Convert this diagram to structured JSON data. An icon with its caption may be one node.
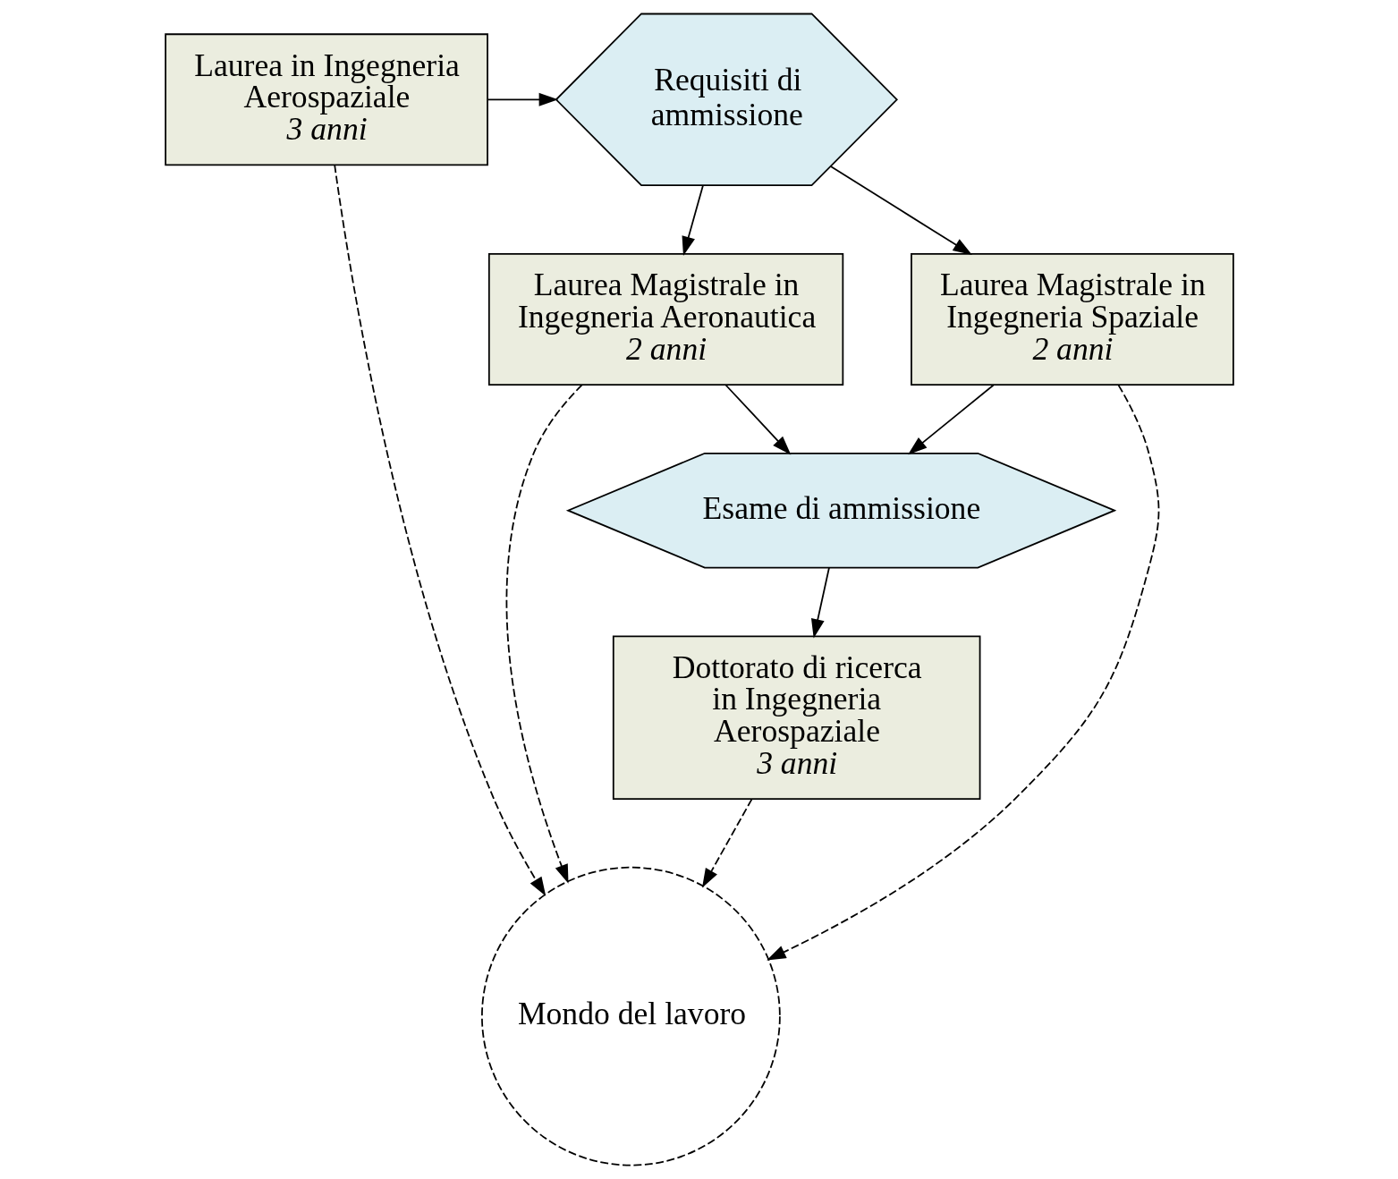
{
  "diagram": {
    "nodes": [
      {
        "text": [
          "Laurea in Ingegneria Aerospaziale",
          "3 anni"
        ]
      },
      {
        "text": [
          "Requisiti di ammissione"
        ]
      },
      {
        "text": [
          "Laurea Magistrale in Ingegneria Aeronautica",
          "2 anni"
        ]
      },
      {
        "text": [
          "Laurea Magistrale in Ingegneria Spaziale",
          "2 anni"
        ]
      },
      {
        "text": [
          "Mondo del lavoro"
        ]
      },
      {
        "text": [
          "Esame di ammissione"
        ]
      },
      {
        "text": [
          "Dottorato di ricerca in Ingegneria Aerospaziale",
          "3 anni"
        ]
      }
    ],
    "edges": [
      {
        "from": 0,
        "to": 1,
        "arrow": "to"
      },
      {
        "from": 1,
        "to": 2,
        "arrow": "to"
      },
      {
        "from": 1,
        "to": 3,
        "arrow": "to"
      },
      {
        "from": 0,
        "to": 4,
        "arrow": "to",
        "style": "dashed"
      },
      {
        "from": 2,
        "to": 4,
        "arrow": "to",
        "style": "dashed"
      },
      {
        "from": 3,
        "to": 4,
        "arrow": "to",
        "style": "dashed"
      },
      {
        "from": 2,
        "to": 5,
        "arrow": "to"
      },
      {
        "from": 3,
        "to": 5,
        "arrow": "to"
      },
      {
        "from": 5,
        "to": 6,
        "arrow": "to"
      },
      {
        "from": 6,
        "to": 4,
        "arrow": "to",
        "style": "dashed"
      }
    ]
  }
}
